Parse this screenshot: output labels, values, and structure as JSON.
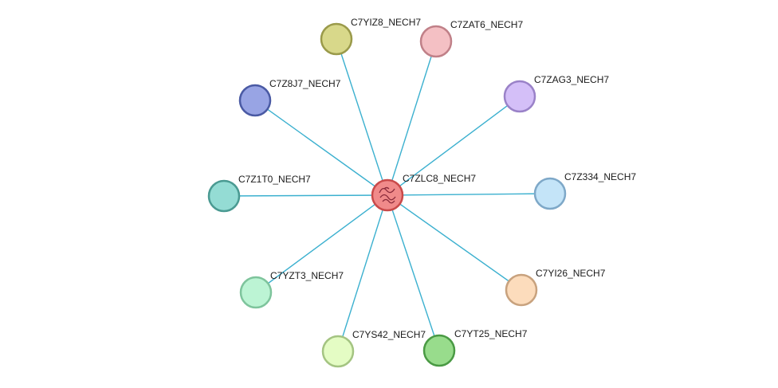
{
  "network": {
    "center": {
      "id": "C7ZLC8_NECH7",
      "fill": "#f08a8a",
      "stroke": "#c94a4a",
      "has_structure_icon": true
    },
    "edge_color": "#3bb0cf",
    "neighbors": [
      {
        "id": "C7YIZ8_NECH7",
        "fill": "#d8d88a",
        "stroke": "#9a9a4a"
      },
      {
        "id": "C7ZAT6_NECH7",
        "fill": "#f4c0c4",
        "stroke": "#c08088"
      },
      {
        "id": "C7Z8J7_NECH7",
        "fill": "#98a4e4",
        "stroke": "#4a5aa4"
      },
      {
        "id": "C7ZAG3_NECH7",
        "fill": "#d4bff8",
        "stroke": "#9a82c8"
      },
      {
        "id": "C7Z1T0_NECH7",
        "fill": "#94dcd4",
        "stroke": "#4a9a92"
      },
      {
        "id": "C7Z334_NECH7",
        "fill": "#c4e4f8",
        "stroke": "#7ea8c8"
      },
      {
        "id": "C7YZT3_NECH7",
        "fill": "#bcf4d4",
        "stroke": "#7ec49c"
      },
      {
        "id": "C7YI26_NECH7",
        "fill": "#fcdcbc",
        "stroke": "#c8a27e"
      },
      {
        "id": "C7YS42_NECH7",
        "fill": "#e4fcc4",
        "stroke": "#a4c482"
      },
      {
        "id": "C7YT25_NECH7",
        "fill": "#98dc8c",
        "stroke": "#4a9a44"
      }
    ]
  }
}
